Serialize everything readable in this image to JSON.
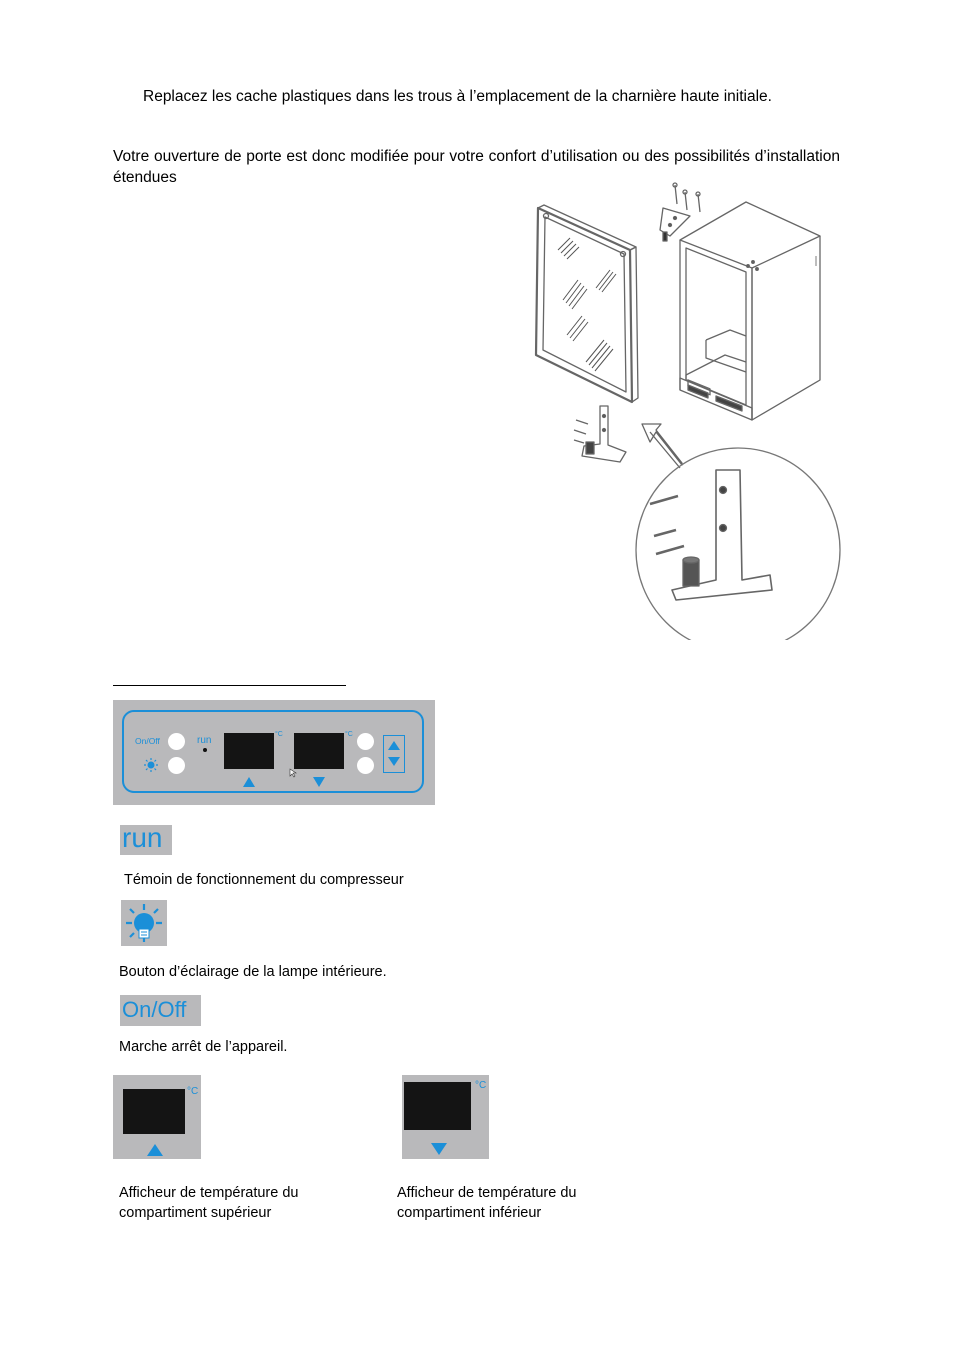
{
  "intro": {
    "bullet_text": "Replacez les cache plastiques dans les trous à l’emplacement de la charnière haute initiale.",
    "paragraph": "Votre ouverture de porte est donc modifiée pour votre confort d’utilisation ou des possibilités d’installation étendues"
  },
  "panel": {
    "onoff_label": "On/Off",
    "run_label": "run",
    "unit_label": "°C"
  },
  "legend": {
    "run": {
      "icon_text": "run",
      "caption": "Témoin de fonctionnement du compresseur"
    },
    "light": {
      "caption": "Bouton d’éclairage de la lampe intérieure."
    },
    "onoff": {
      "icon_text": "On/Off",
      "caption": "Marche arrêt de l’appareil."
    },
    "upper_display": {
      "unit": "°C",
      "caption_line1": "Afficheur de température du",
      "caption_line2": "compartiment supérieur"
    },
    "lower_display": {
      "unit": "°C",
      "caption_line1": "Afficheur de température du",
      "caption_line2": "compartiment inférieur"
    }
  },
  "colors": {
    "accent": "#1b8fd8",
    "panel_gray": "#b9b9bb",
    "display_black": "#141414"
  }
}
